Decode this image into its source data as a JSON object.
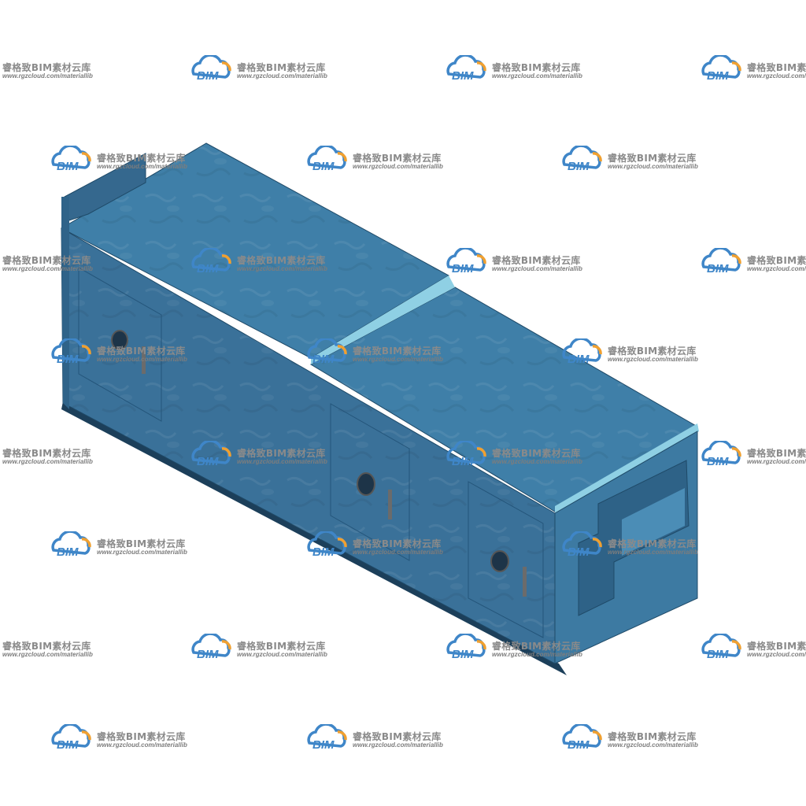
{
  "scene": {
    "subject": "enclosure-unit-3d-model",
    "colors": {
      "background": "#ffffff",
      "front_face": "#3a7199",
      "front_face_dark": "#2f6389",
      "top_face": "#3f7fa8",
      "end_face": "#3d7aa2",
      "seam_highlight": "#8fd0e4",
      "edge_line": "#1f4a68",
      "base_dark": "#1c3f5a",
      "hardware": "#6b6b6b"
    }
  },
  "watermark": {
    "logo_text": "BIM",
    "title": "睿格致BIM素材云库",
    "url": "www.rgzcloud.com/materiallib",
    "colors": {
      "cloud_blue": "#3f86c8",
      "cloud_orange": "#f0a030",
      "text_gray": "#8a8a8a"
    }
  }
}
